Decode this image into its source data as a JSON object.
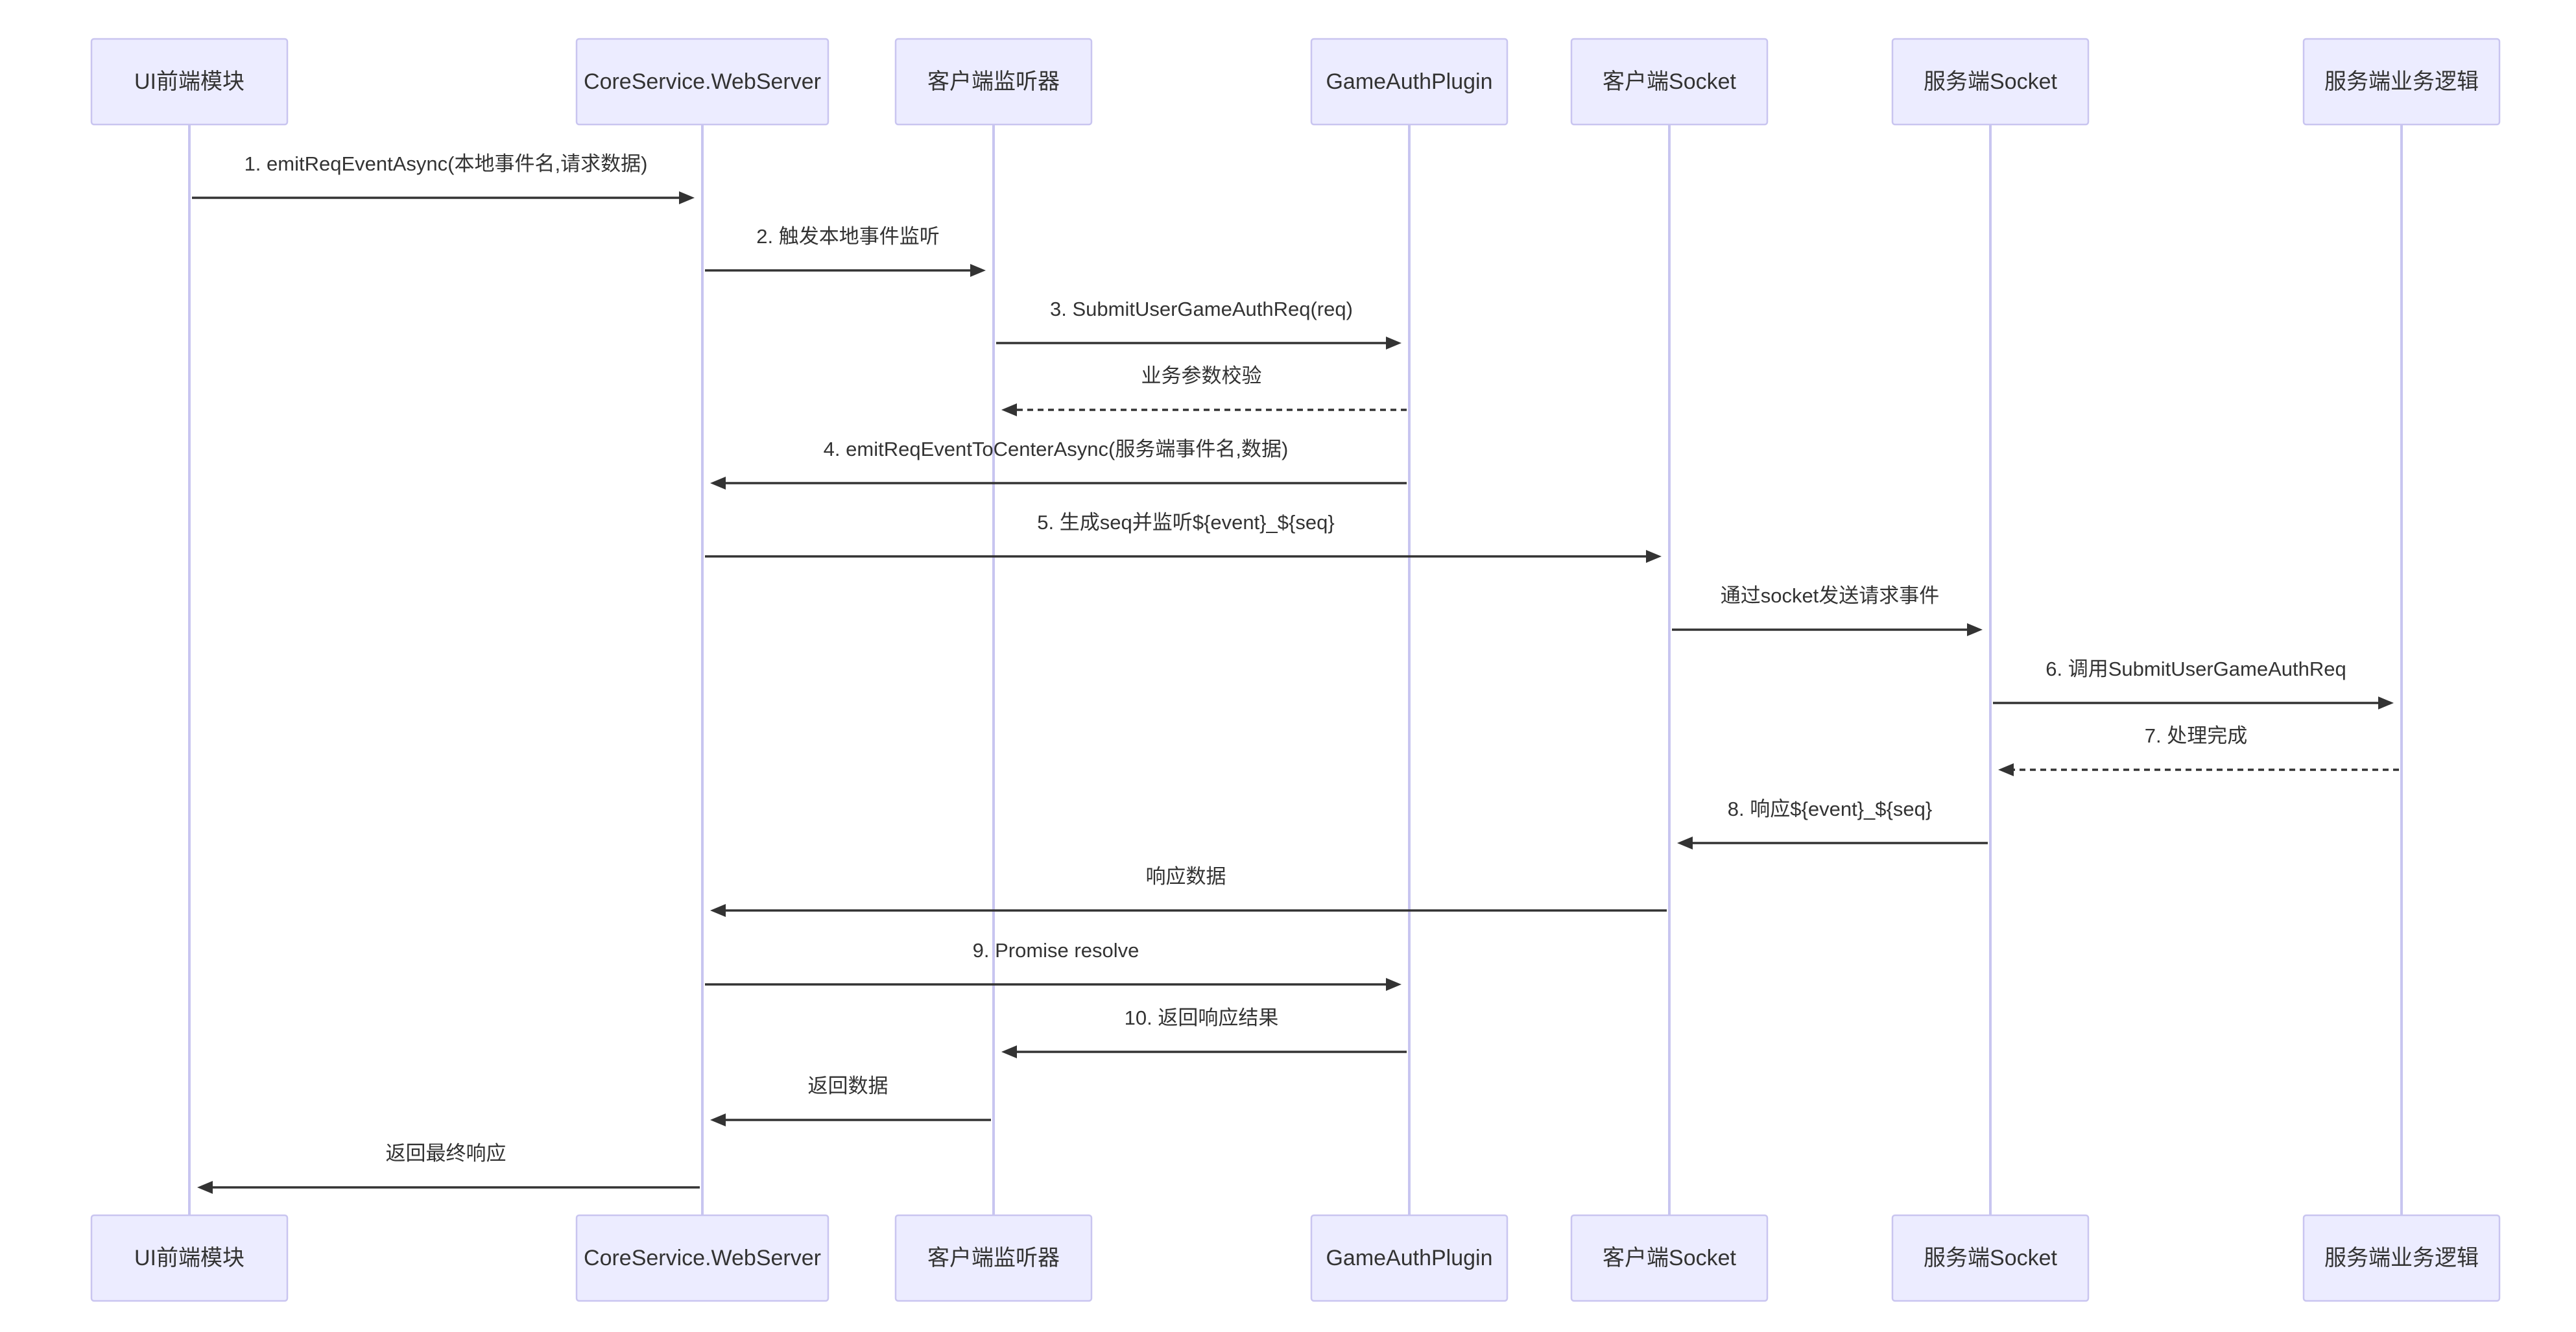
{
  "participants": [
    {
      "id": "ui",
      "label": "UI前端模块"
    },
    {
      "id": "web",
      "label": "CoreService.WebServer"
    },
    {
      "id": "listener",
      "label": "客户端监听器"
    },
    {
      "id": "plugin",
      "label": "GameAuthPlugin"
    },
    {
      "id": "csock",
      "label": "客户端Socket"
    },
    {
      "id": "ssock",
      "label": "服务端Socket"
    },
    {
      "id": "logic",
      "label": "服务端业务逻辑"
    }
  ],
  "messages": [
    {
      "from": "ui",
      "to": "web",
      "label": "1. emitReqEventAsync(本地事件名,请求数据)",
      "style": "solid"
    },
    {
      "from": "web",
      "to": "listener",
      "label": "2. 触发本地事件监听",
      "style": "solid"
    },
    {
      "from": "listener",
      "to": "plugin",
      "label": "3. SubmitUserGameAuthReq(req)",
      "style": "solid"
    },
    {
      "from": "plugin",
      "to": "listener",
      "label": "业务参数校验",
      "style": "dashed"
    },
    {
      "from": "plugin",
      "to": "web",
      "label": "4. emitReqEventToCenterAsync(服务端事件名,数据)",
      "style": "solid"
    },
    {
      "from": "web",
      "to": "csock",
      "label": "5. 生成seq并监听${event}_${seq}",
      "style": "solid"
    },
    {
      "from": "csock",
      "to": "ssock",
      "label": "通过socket发送请求事件",
      "style": "solid"
    },
    {
      "from": "ssock",
      "to": "logic",
      "label": "6. 调用SubmitUserGameAuthReq",
      "style": "solid"
    },
    {
      "from": "logic",
      "to": "ssock",
      "label": "7. 处理完成",
      "style": "dashed"
    },
    {
      "from": "ssock",
      "to": "csock",
      "label": "8. 响应${event}_${seq}",
      "style": "solid"
    },
    {
      "from": "csock",
      "to": "web",
      "label": "响应数据",
      "style": "solid"
    },
    {
      "from": "web",
      "to": "plugin",
      "label": "9. Promise resolve",
      "style": "solid"
    },
    {
      "from": "plugin",
      "to": "listener",
      "label": "10. 返回响应结果",
      "style": "solid"
    },
    {
      "from": "listener",
      "to": "web",
      "label": "返回数据",
      "style": "solid"
    },
    {
      "from": "web",
      "to": "ui",
      "label": "返回最终响应",
      "style": "solid"
    }
  ]
}
